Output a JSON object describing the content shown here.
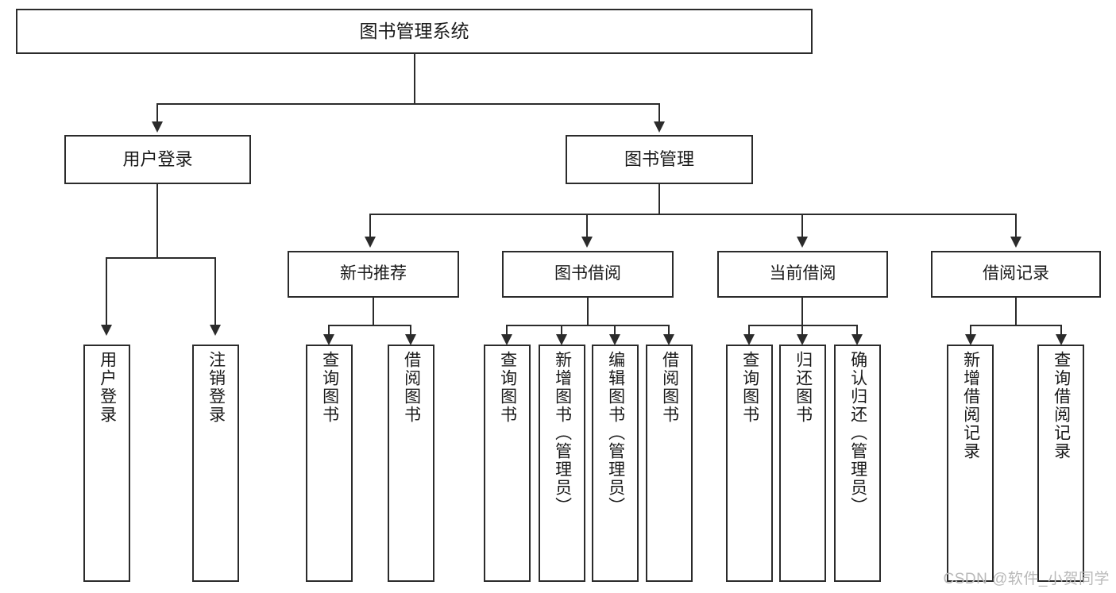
{
  "diagram": {
    "type": "tree",
    "title": "图书管理系统",
    "root": {
      "id": "root",
      "label": "图书管理系统"
    },
    "level2": [
      {
        "id": "user-login",
        "label": "用户登录"
      },
      {
        "id": "book-management",
        "label": "图书管理"
      }
    ],
    "level3": [
      {
        "id": "new-book-recommend",
        "label": "新书推荐"
      },
      {
        "id": "book-borrow",
        "label": "图书借阅"
      },
      {
        "id": "current-borrow",
        "label": "当前借阅"
      },
      {
        "id": "borrow-record",
        "label": "借阅记录"
      }
    ],
    "leaves": {
      "user_login": [
        {
          "id": "leaf-user-login",
          "label": "用户登录"
        },
        {
          "id": "leaf-logout-login",
          "label": "注销登录"
        }
      ],
      "new_book_recommend": [
        {
          "id": "leaf-query-book-1",
          "label": "查询图书"
        },
        {
          "id": "leaf-borrow-book-1",
          "label": "借阅图书"
        }
      ],
      "book_borrow": [
        {
          "id": "leaf-query-book-2",
          "label": "查询图书"
        },
        {
          "id": "leaf-add-book",
          "label": "新增图书（管理员）"
        },
        {
          "id": "leaf-edit-book",
          "label": "编辑图书（管理员）"
        },
        {
          "id": "leaf-borrow-book-2",
          "label": "借阅图书"
        }
      ],
      "current_borrow": [
        {
          "id": "leaf-query-book-3",
          "label": "查询图书"
        },
        {
          "id": "leaf-return-book",
          "label": "归还图书"
        },
        {
          "id": "leaf-confirm-return",
          "label": "确认归还（管理员）"
        }
      ],
      "borrow_record": [
        {
          "id": "leaf-add-borrow-record",
          "label": "新增借阅记录"
        },
        {
          "id": "leaf-query-borrow-record",
          "label": "查询借阅记录"
        }
      ]
    }
  },
  "watermark": {
    "text": "CSDN @软件_小贺同学"
  },
  "colors": {
    "stroke": "#2b2b2b",
    "background": "#ffffff",
    "text": "#1a1a1a",
    "watermark": "#b9b9b9"
  }
}
